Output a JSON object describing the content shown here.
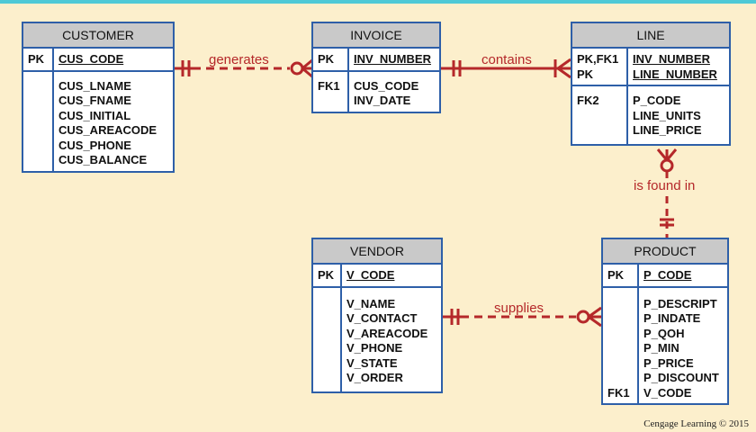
{
  "entities": {
    "customer": {
      "name": "CUSTOMER",
      "pk_keys": "PK",
      "pk_attrs": [
        "CUS_CODE"
      ],
      "attr_keys": "",
      "attrs": [
        "CUS_LNAME",
        "CUS_FNAME",
        "CUS_INITIAL",
        "CUS_AREACODE",
        "CUS_PHONE",
        "CUS_BALANCE"
      ]
    },
    "invoice": {
      "name": "INVOICE",
      "pk_keys": "PK",
      "pk_attrs": [
        "INV_NUMBER"
      ],
      "attr_keys": "FK1",
      "attrs": [
        "CUS_CODE",
        "INV_DATE"
      ]
    },
    "line": {
      "name": "LINE",
      "pk_keys": "PK,FK1\nPK",
      "pk_attrs": [
        "INV_NUMBER",
        "LINE_NUMBER"
      ],
      "attr_keys": "FK2",
      "attrs": [
        "P_CODE",
        "LINE_UNITS",
        "LINE_PRICE"
      ]
    },
    "vendor": {
      "name": "VENDOR",
      "pk_keys": "PK",
      "pk_attrs": [
        "V_CODE"
      ],
      "attr_keys": "",
      "attrs": [
        "V_NAME",
        "V_CONTACT",
        "V_AREACODE",
        "V_PHONE",
        "V_STATE",
        "V_ORDER"
      ]
    },
    "product": {
      "name": "PRODUCT",
      "pk_keys": "PK",
      "pk_attrs": [
        "P_CODE"
      ],
      "attr_keys": "\n\n\n\n\n\nFK1",
      "attrs": [
        "P_DESCRIPT",
        "P_INDATE",
        "P_QOH",
        "P_MIN",
        "P_PRICE",
        "P_DISCOUNT",
        "V_CODE"
      ]
    }
  },
  "relationships": {
    "generates": "generates",
    "contains": "contains",
    "is_found_in": "is found in",
    "supplies": "supplies"
  },
  "colors": {
    "background": "#fcefcc",
    "entity_border": "#2e5fa8",
    "header_fill": "#c9c9c9",
    "relationship": "#b5282a"
  },
  "copyright": "Cengage Learning © 2015"
}
